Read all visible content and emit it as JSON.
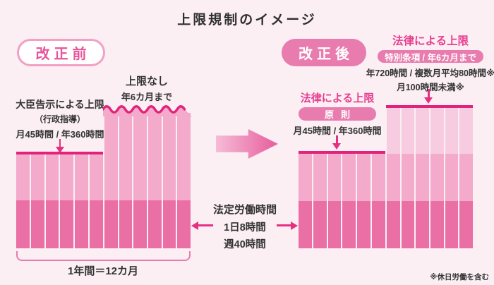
{
  "title": "上限規制のイメージ",
  "footnote": "※休日労働を含む",
  "colors": {
    "background": "#FBEFF4",
    "cap_line_magenta": "#E2237B",
    "arrow_magenta": "#E5307F",
    "statutory_dark_pink": "#EA6FA5",
    "overtime_light_pink": "#F3AACB",
    "special_pale_pink": "#F8CCE0",
    "pill_pink": "#E87CAE",
    "heading_pink": "#E73E8F"
  },
  "before": {
    "badge": "改正前",
    "minister_cap": {
      "line1": "大臣告示による上限",
      "line2": "（行政指導）",
      "line3": "月45時間 / 年360時間"
    },
    "no_limit": {
      "line1": "上限なし",
      "line2": "年6カ月まで"
    },
    "bracket_label": "1年間＝12カ月"
  },
  "after": {
    "badge": "改正後",
    "principle": {
      "heading": "法律による上限",
      "pill": "原則",
      "detail": "月45時間 / 年360時間"
    },
    "special": {
      "heading": "法律による上限",
      "pill": "特別条項 / 年6カ月まで",
      "detail1": "年720時間 / 複数月平均80時間※",
      "detail2": "月100時間未満※"
    }
  },
  "statutory": {
    "line1": "法定労働時間",
    "line2": "1日8時間",
    "line3": "週40時間"
  },
  "chart_data": [
    {
      "id": "before",
      "type": "bar",
      "title": "改正前",
      "unit": "month",
      "months_total": 12,
      "base_segment_label": "法定労働時間 1日8時間 週40時間",
      "x_bracket_label": "1年間＝12カ月",
      "groups": [
        {
          "name": "minister-capped-months",
          "months": 6,
          "cap_style": "solid",
          "cap_label": "大臣告示による上限（行政指導） 月45時間 / 年360時間",
          "segments": [
            {
              "name": "statutory",
              "color": "#EA6FA5",
              "px": 68
            },
            {
              "name": "overtime",
              "color": "#F3AACB",
              "px": 65
            }
          ]
        },
        {
          "name": "no-limit-months",
          "months": 6,
          "cap_style": "wavy",
          "cap_label": "上限なし 年6カ月まで",
          "segments": [
            {
              "name": "statutory",
              "color": "#EA6FA5",
              "px": 68
            },
            {
              "name": "overtime",
              "color": "#F3AACB",
              "px": 124
            }
          ]
        }
      ]
    },
    {
      "id": "after",
      "type": "bar",
      "title": "改正後",
      "unit": "month",
      "months_total": 12,
      "base_segment_label": "法定労働時間 1日8時間 週40時間",
      "footnote": "※休日労働を含む",
      "groups": [
        {
          "name": "principle-capped-months",
          "months": 6,
          "cap_style": "solid",
          "cap_label": "法律による上限（原則） 月45時間 / 年360時間",
          "segments": [
            {
              "name": "statutory",
              "color": "#EA6FA5",
              "px": 67
            },
            {
              "name": "overtime",
              "color": "#F3AACB",
              "px": 67
            }
          ]
        },
        {
          "name": "special-provision-months",
          "months": 6,
          "cap_style": "solid",
          "cap_label": "法律による上限（特別条項 / 年6カ月まで） 年720時間 / 複数月平均80時間※ 月100時間未満※",
          "segments": [
            {
              "name": "statutory",
              "color": "#EA6FA5",
              "px": 67
            },
            {
              "name": "overtime",
              "color": "#F3AACB",
              "px": 67
            },
            {
              "name": "special_provision",
              "color": "#F8CCE0",
              "px": 65
            }
          ]
        }
      ]
    }
  ]
}
